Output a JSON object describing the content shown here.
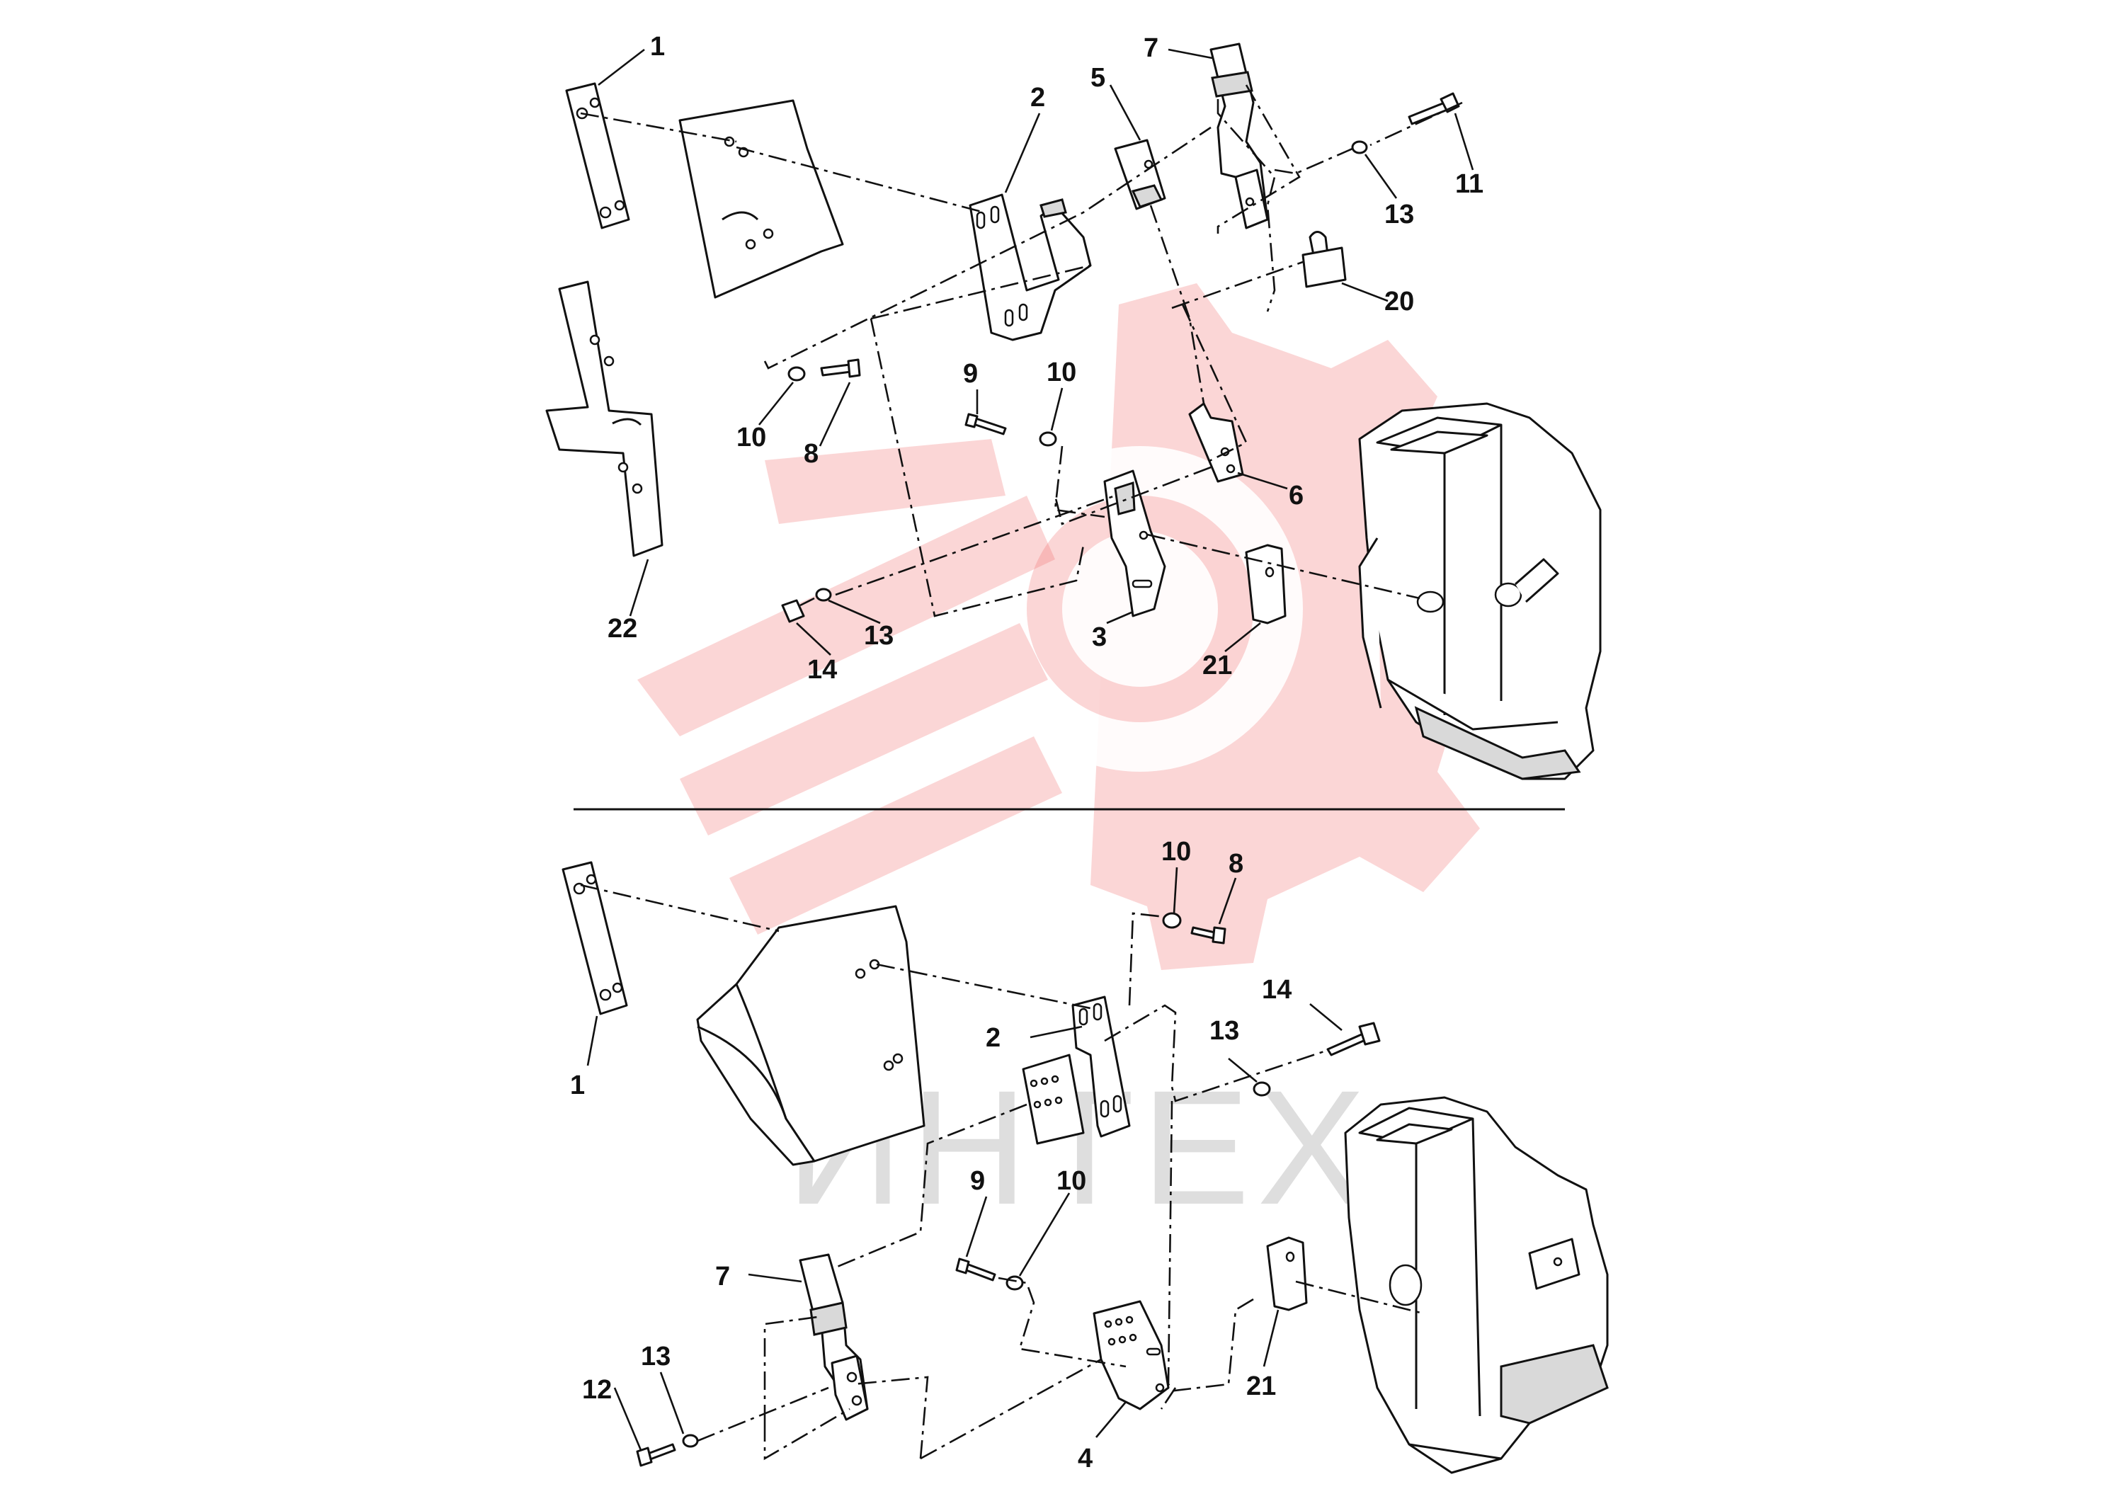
{
  "watermark": {
    "text": "ИНТЕХ",
    "logo": "gear-logo",
    "logo_color": "#f26a6a"
  },
  "top_view": {
    "callouts": [
      "1",
      "2",
      "5",
      "7",
      "11",
      "13",
      "20",
      "22",
      "10",
      "8",
      "9",
      "10",
      "6",
      "3",
      "21",
      "14",
      "13"
    ]
  },
  "bottom_view": {
    "callouts": [
      "1",
      "10",
      "8",
      "2",
      "14",
      "13",
      "9",
      "10",
      "7",
      "13",
      "12",
      "4",
      "21"
    ]
  }
}
